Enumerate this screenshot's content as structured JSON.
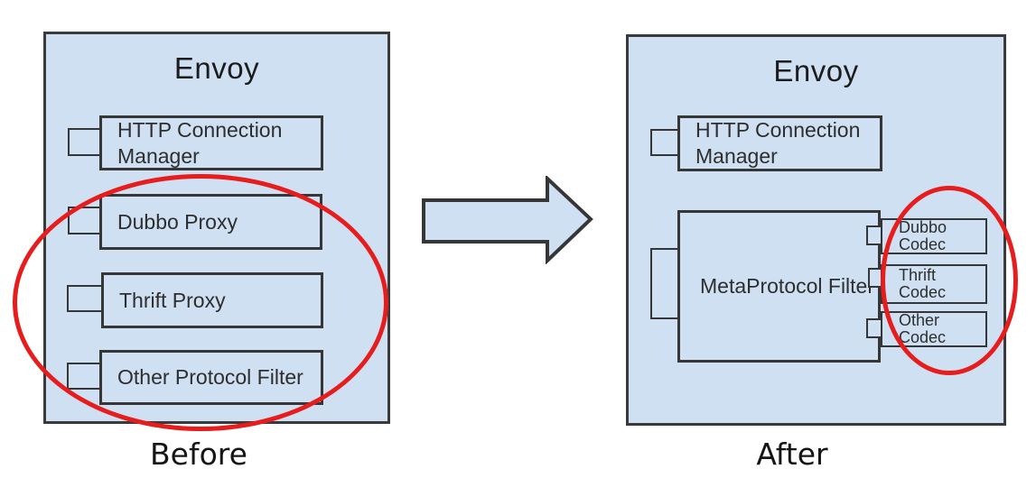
{
  "before": {
    "title": "Envoy",
    "caption": "Before",
    "filters": [
      "HTTP Connection Manager",
      "Dubbo Proxy",
      "Thrift Proxy",
      "Other Protocol Filter"
    ]
  },
  "after": {
    "title": "Envoy",
    "caption": "After",
    "http_filter": "HTTP Connection Manager",
    "meta_filter": "MetaProtocol Filter",
    "codecs": [
      "Dubbo Codec",
      "Thrift Codec",
      "Other Codec"
    ]
  },
  "icons": {
    "arrow": "right-arrow"
  },
  "colors": {
    "box_fill": "#cfe0f3",
    "box_border": "#363636",
    "highlight_red": "#e71c1c"
  }
}
